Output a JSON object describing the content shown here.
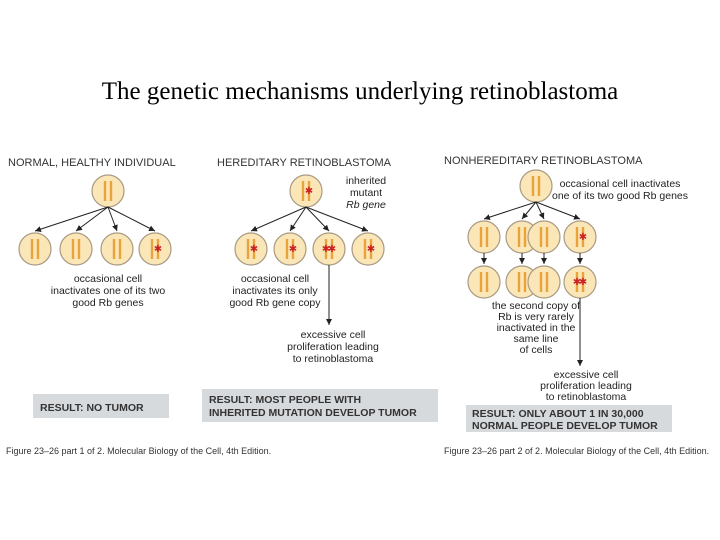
{
  "title": "The genetic mechanisms underlying retinoblastoma",
  "colors": {
    "cell_fill": "#fbe6b8",
    "cell_stroke": "#a99a82",
    "chromosome": "#e8a33a",
    "mutation_mark": "#cc2222",
    "arrow": "#222222",
    "result_box": "#d7dadd"
  },
  "panels": {
    "normal": {
      "heading": "NORMAL, HEALTHY INDIVIDUAL",
      "note": [
        "occasional cell",
        "inactivates one of its two",
        "good Rb genes"
      ],
      "result": "RESULT: NO TUMOR"
    },
    "hereditary": {
      "heading": "HEREDITARY RETINOBLASTOMA",
      "inherited_note": [
        "inherited",
        "mutant",
        "Rb gene"
      ],
      "note": [
        "occasional cell",
        "inactivates its only",
        "good Rb gene copy"
      ],
      "outcome": [
        "excessive cell",
        "proliferation leading",
        "to retinoblastoma"
      ],
      "result": [
        "RESULT: MOST PEOPLE WITH",
        "INHERITED MUTATION DEVELOP TUMOR"
      ]
    },
    "nonhereditary": {
      "heading": "NONHEREDITARY RETINOBLASTOMA",
      "note": [
        "occasional cell inactivates",
        "one of its two good Rb genes"
      ],
      "second_note": [
        "the second copy of",
        "Rb is very rarely",
        "inactivated in the",
        "same line",
        "of cells"
      ],
      "outcome": [
        "excessive cell",
        "proliferation leading",
        "to retinoblastoma"
      ],
      "result": [
        "RESULT: ONLY ABOUT 1 IN 30,000",
        "NORMAL PEOPLE DEVELOP TUMOR"
      ]
    }
  },
  "captions": {
    "left": "Figure 23–26 part 1 of 2. Molecular Biology of the Cell, 4th Edition.",
    "right": "Figure 23–26 part 2 of 2. Molecular Biology of the Cell, 4th Edition."
  }
}
